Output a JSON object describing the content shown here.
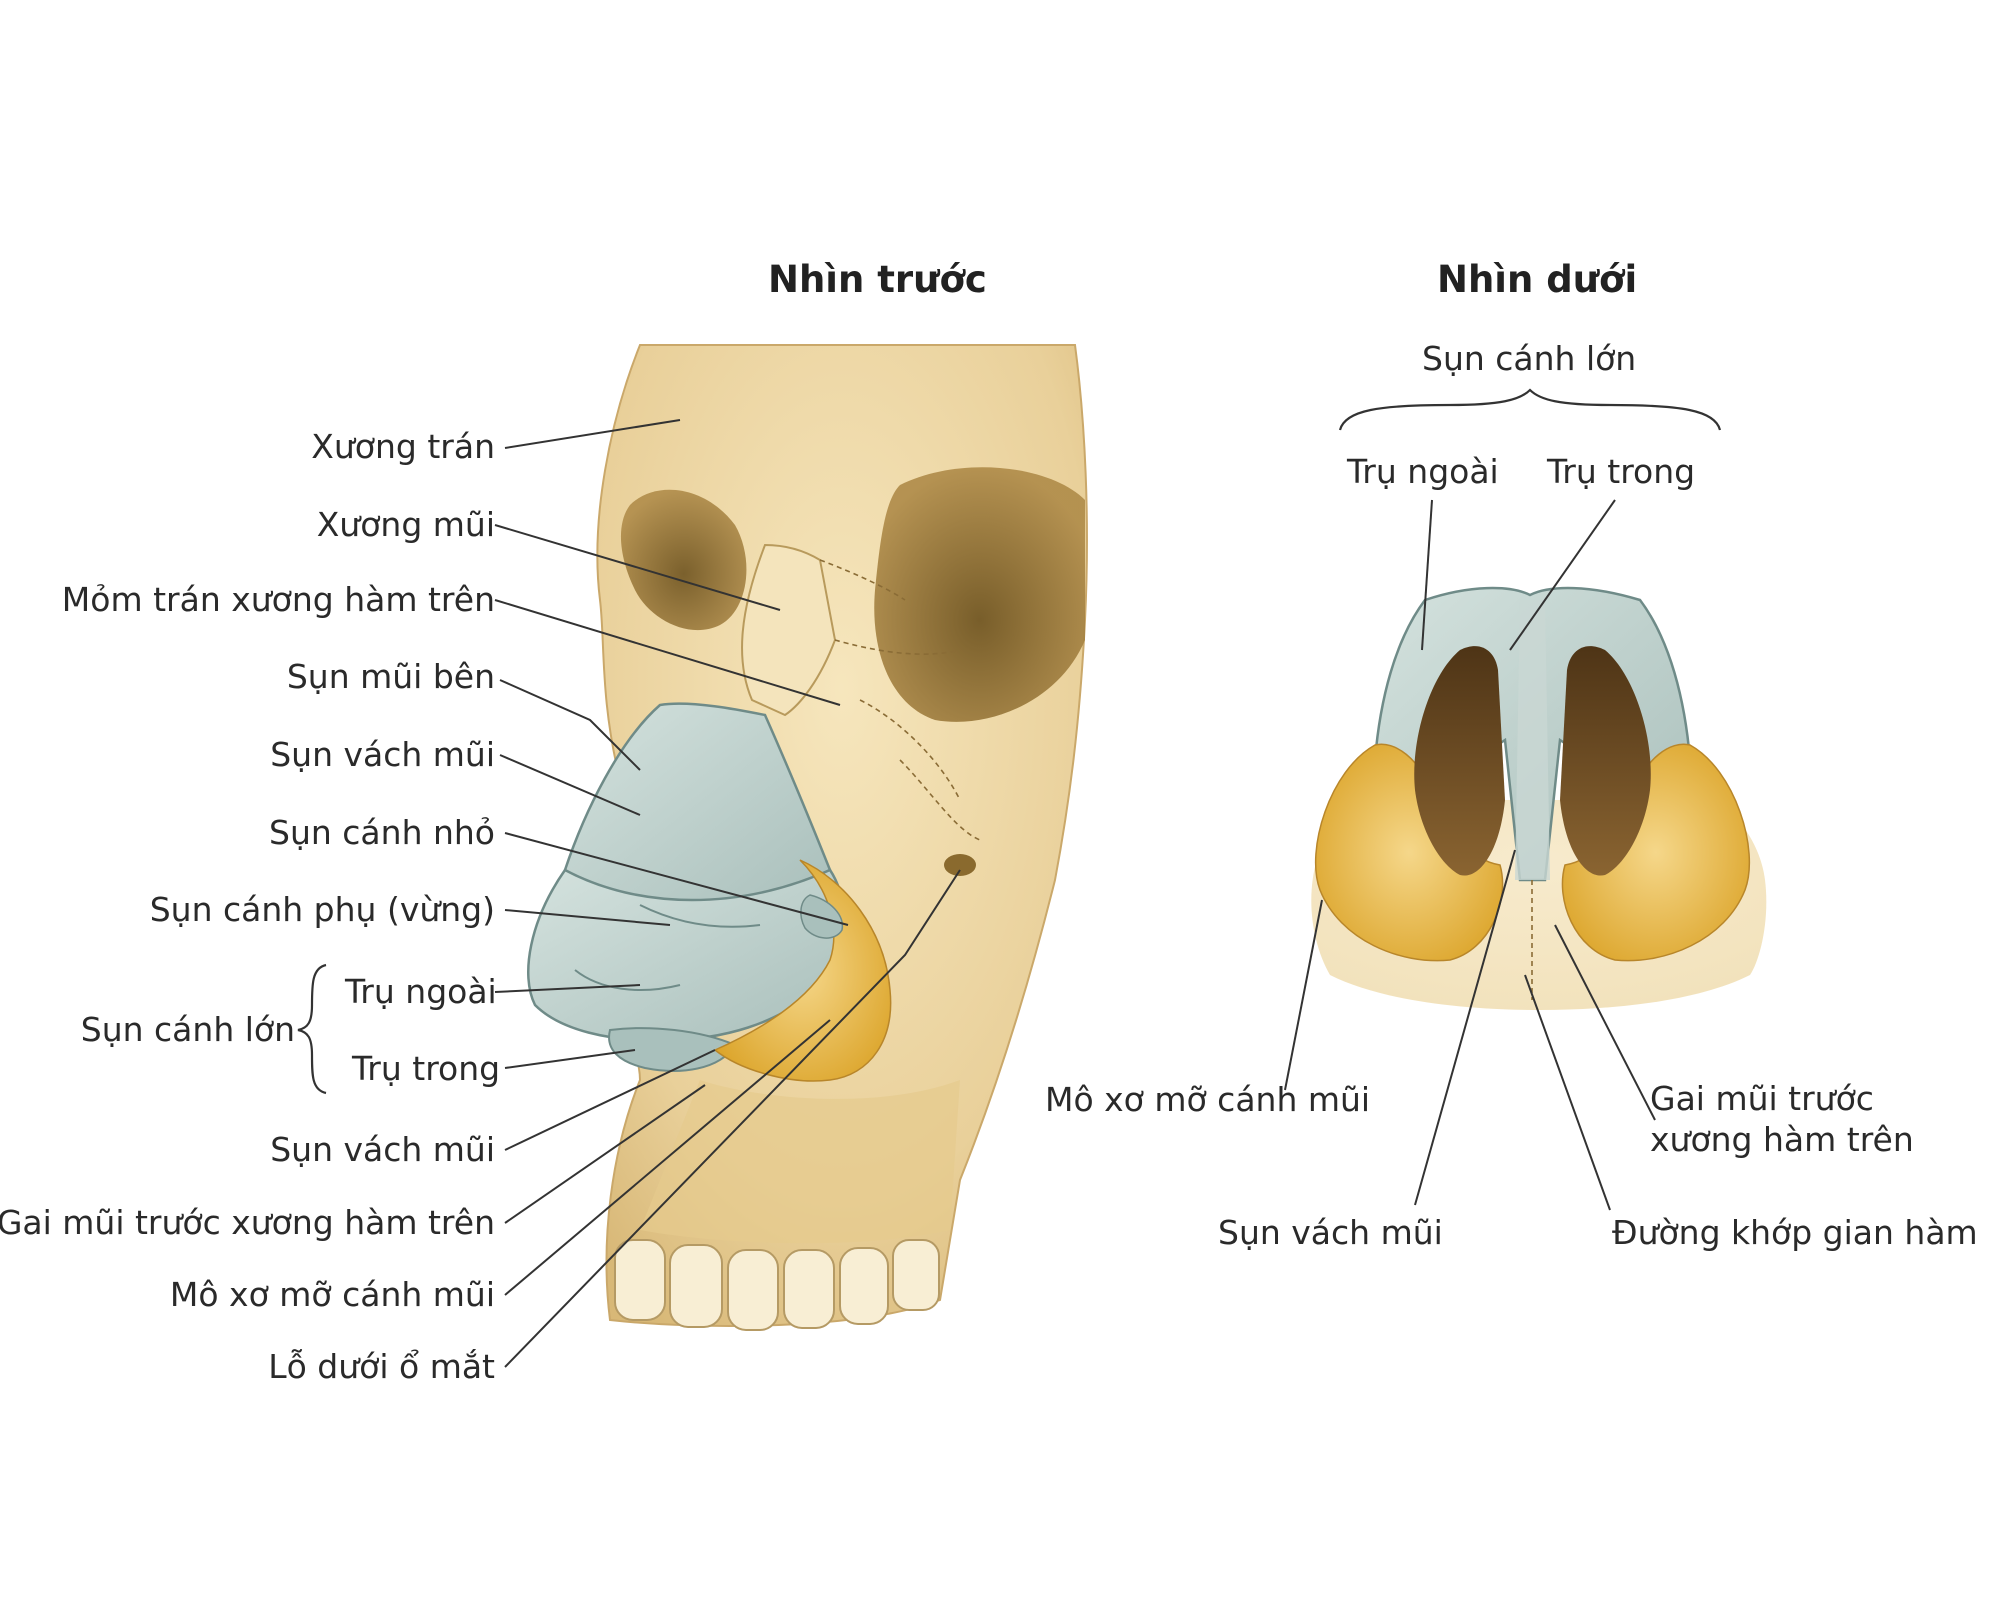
{
  "front_view": {
    "title": "Nhìn trước",
    "labels": {
      "frontal_bone": "Xương trán",
      "nasal_bone": "Xương mũi",
      "frontal_process": "Mỏm trán xương hàm trên",
      "lateral_cartilage": "Sụn mũi bên",
      "septal_cartilage_upper": "Sụn vách mũi",
      "minor_alar_cartilage": "Sụn cánh nhỏ",
      "accessory_cartilage": "Sụn cánh phụ (vừng)",
      "major_alar_cartilage": "Sụn cánh lớn",
      "lateral_crus": "Trụ ngoài",
      "medial_crus": "Trụ trong",
      "septal_cartilage_lower": "Sụn vách mũi",
      "anterior_nasal_spine": "Gai mũi trước xương hàm trên",
      "fibrofatty_tissue": "Mô xơ mỡ cánh mũi",
      "infraorbital_foramen": "Lỗ dưới ổ mắt"
    }
  },
  "inferior_view": {
    "title": "Nhìn dưới",
    "labels": {
      "major_alar_cartilage": "Sụn cánh lớn",
      "lateral_crus": "Trụ ngoài",
      "medial_crus": "Trụ trong",
      "fibrofatty_tissue": "Mô xơ mỡ cánh mũi",
      "anterior_nasal_spine_line1": "Gai mũi trước",
      "anterior_nasal_spine_line2": "xương hàm trên",
      "septal_cartilage": "Sụn vách mũi",
      "intermaxillary_suture": "Đường khớp gian hàm"
    }
  },
  "colors": {
    "bone": "#ecd6a0",
    "bone_shadow": "#c9a45e",
    "orbit": "#8a6a2e",
    "cartilage": "#bccdc9",
    "cartilage_edge": "#6f8b88",
    "fat": "#e8b43a",
    "nostril": "#6b4a26",
    "leader": "#333333"
  }
}
